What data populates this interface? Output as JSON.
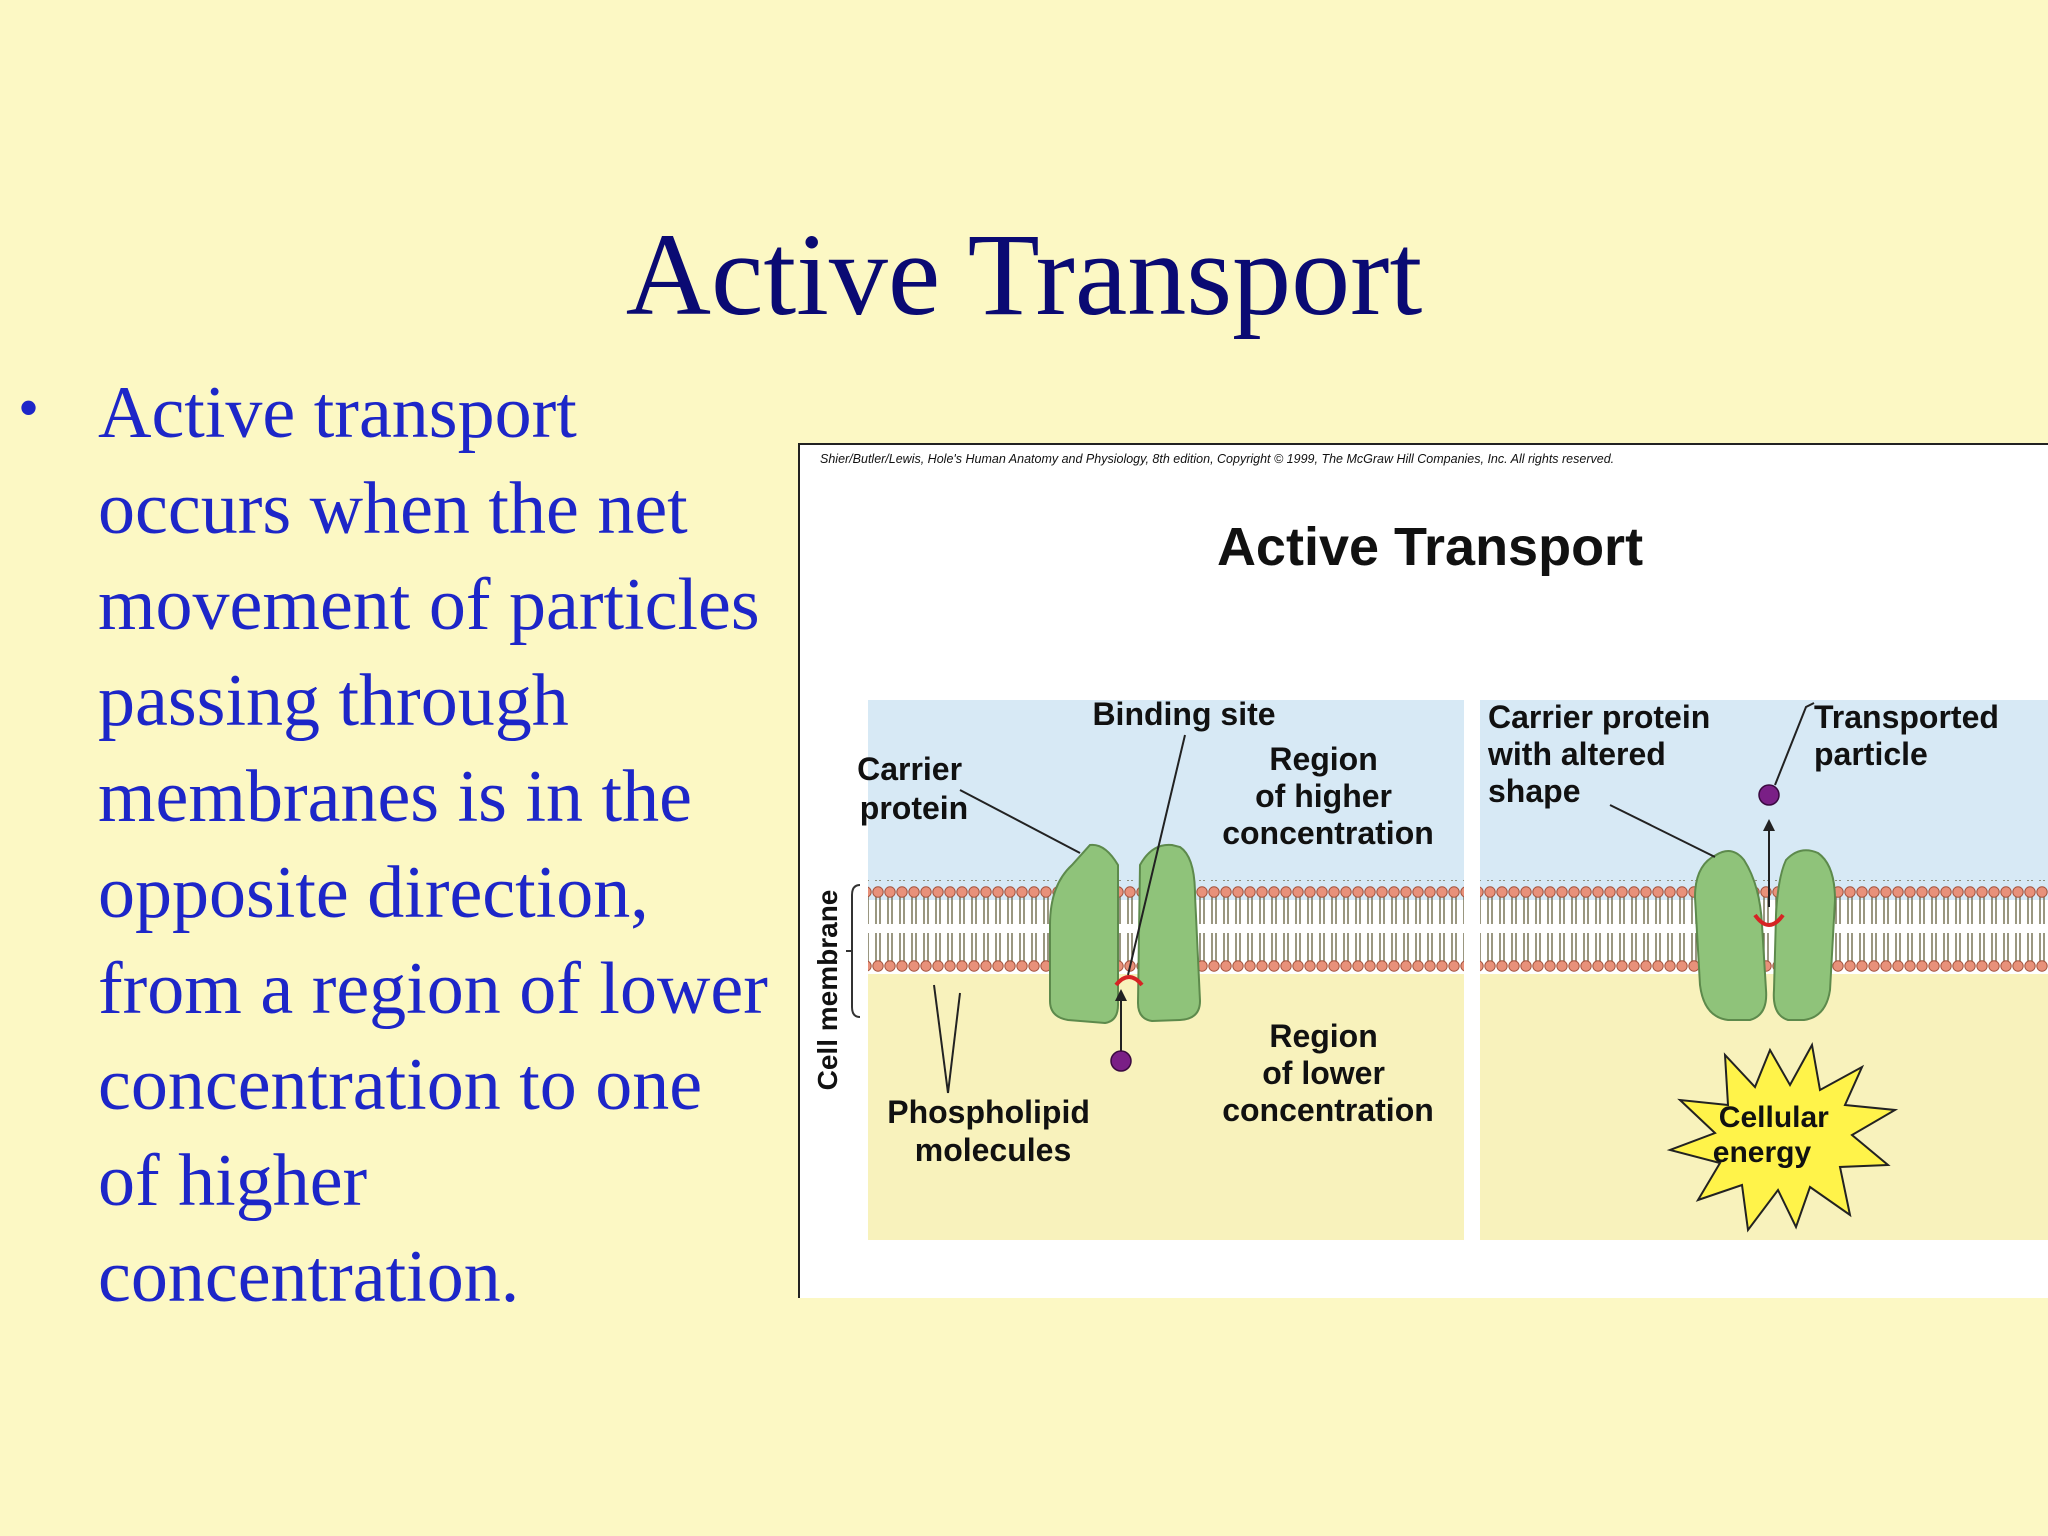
{
  "slide": {
    "title": "Active Transport",
    "bullet": "Active transport occurs when the net movement of particles passing through membranes is in the opposite direction, from a region of lower concentration to one of higher concentration."
  },
  "figure": {
    "credit": "Shier/Butler/Lewis, Hole's Human Anatomy and Physiology, 8th edition, Copyright © 1999, The McGraw Hill Companies, Inc. All rights reserved.",
    "title": "Active Transport",
    "side_label": "Cell membrane",
    "left_panel": {
      "binding_site": "Binding site",
      "carrier_protein": [
        "Carrier",
        "protein"
      ],
      "region_higher": [
        "Region",
        "of higher",
        "concentration"
      ],
      "region_lower": [
        "Region",
        "of lower",
        "concentration"
      ],
      "phospholipid": [
        "Phospholipid",
        "molecules"
      ]
    },
    "right_panel": {
      "carrier_altered": [
        "Carrier protein",
        "with altered",
        "shape"
      ],
      "transported_particle": [
        "Transported",
        "particle"
      ],
      "cellular_energy": [
        "Cellular",
        "energy"
      ]
    },
    "colors": {
      "upper_region": "#D7E9F5",
      "lower_region": "#F8F2BC",
      "protein": "#8FC37A",
      "lipid_head": "#E8917A",
      "particle": "#7A1F86",
      "energy_star": "#FFF34A"
    }
  }
}
